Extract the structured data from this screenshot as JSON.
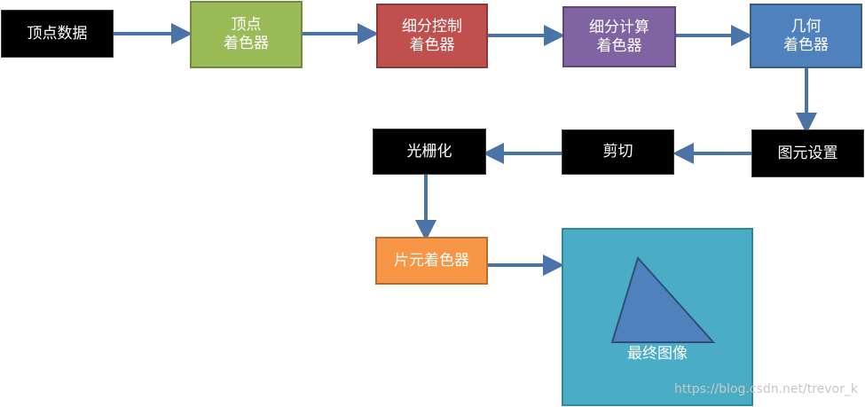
{
  "nodes": {
    "vertex_data": "顶点数据",
    "vertex_shader": "顶点\n着色器",
    "tessellation_control": "细分控制\n着色器",
    "tessellation_evaluation": "细分计算\n着色器",
    "geometry_shader": "几何\n着色器",
    "primitive_setup": "图元设置",
    "clipping": "剪切",
    "rasterization": "光栅化",
    "fragment_shader": "片元着色器",
    "final_image": "最终图像"
  },
  "watermark": "https://blog.csdn.net/trevor_k",
  "colors": {
    "arrow": "#4a73a8",
    "arrow_edge": "#2b4a78",
    "black_box": "#000000",
    "vertex_shader": "#9bbb59",
    "tessellation_control": "#c0504d",
    "tessellation_evaluation": "#8064a2",
    "geometry_shader": "#4f81bd",
    "fragment_shader": "#f79646",
    "final_image": "#4bacc6",
    "triangle": "#4f81bd"
  },
  "icons": {
    "final_image_shape": "triangle-icon"
  }
}
